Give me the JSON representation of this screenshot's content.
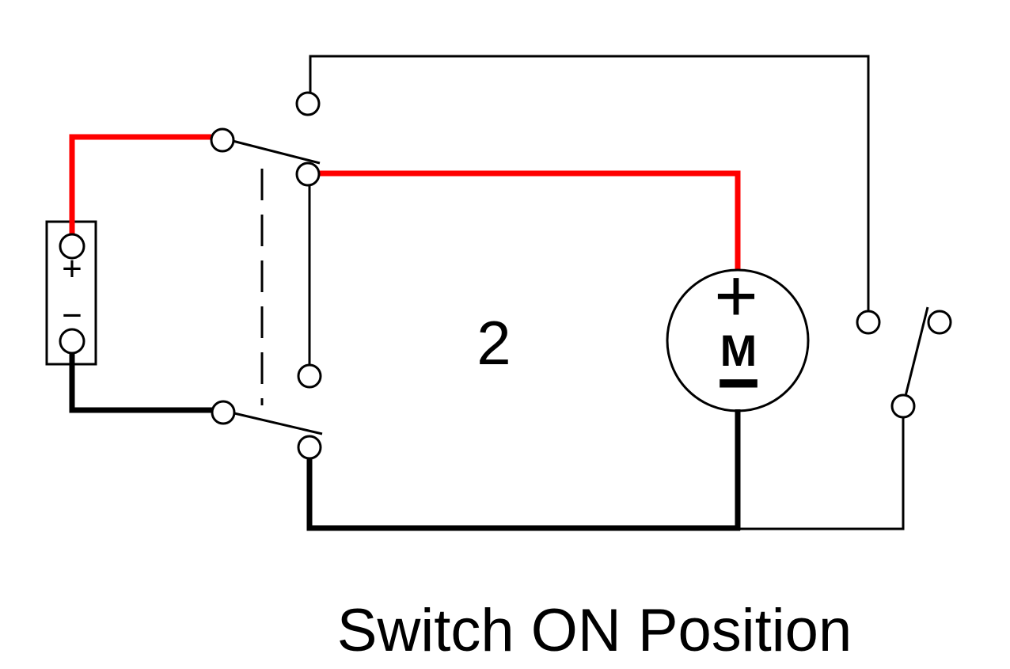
{
  "diagram": {
    "figure_number": "2",
    "title": "Switch ON Position",
    "battery": {
      "positive_label": "+",
      "negative_label": "−"
    },
    "motor": {
      "label": "M",
      "positive_label": "+",
      "negative_label": "−"
    }
  },
  "colors": {
    "positive_wire": "#ff0000",
    "negative_wire": "#000000",
    "background": "#ffffff"
  }
}
